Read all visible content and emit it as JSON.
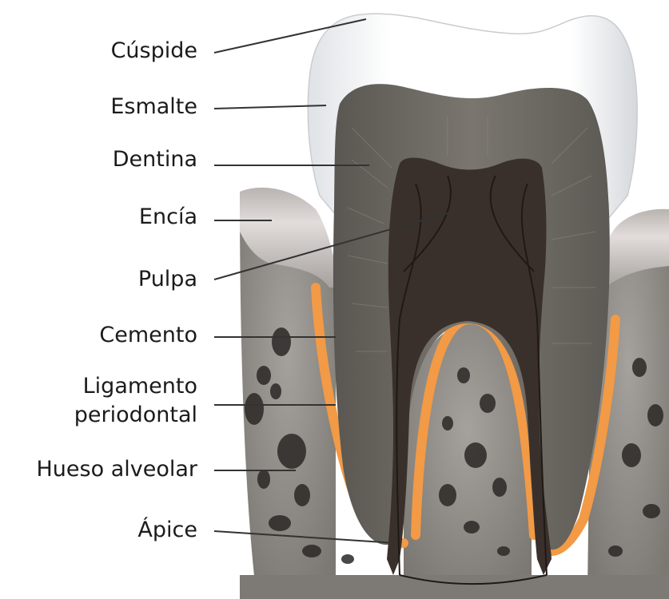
{
  "labels": [
    {
      "id": "cuspide",
      "text": "Cúspide"
    },
    {
      "id": "esmalte",
      "text": "Esmalte"
    },
    {
      "id": "dentina",
      "text": "Dentina"
    },
    {
      "id": "encia",
      "text": "Encía"
    },
    {
      "id": "pulpa",
      "text": "Pulpa"
    },
    {
      "id": "cemento",
      "text": "Cemento"
    },
    {
      "id": "ligamento",
      "lines": [
        "Ligamento",
        "periodontal"
      ]
    },
    {
      "id": "hueso",
      "text": "Hueso alveolar"
    },
    {
      "id": "apice",
      "text": "Ápice"
    }
  ],
  "colors": {
    "enamel": "#f5f6f7",
    "dentin": "#6b6862",
    "pulp": "#3a302b",
    "cementum_ligament": "#f29a45",
    "gum": "#cfc9c6",
    "bone": "#8e8a85",
    "bone_holes": "#2c2826",
    "leader_line": "#333333"
  }
}
